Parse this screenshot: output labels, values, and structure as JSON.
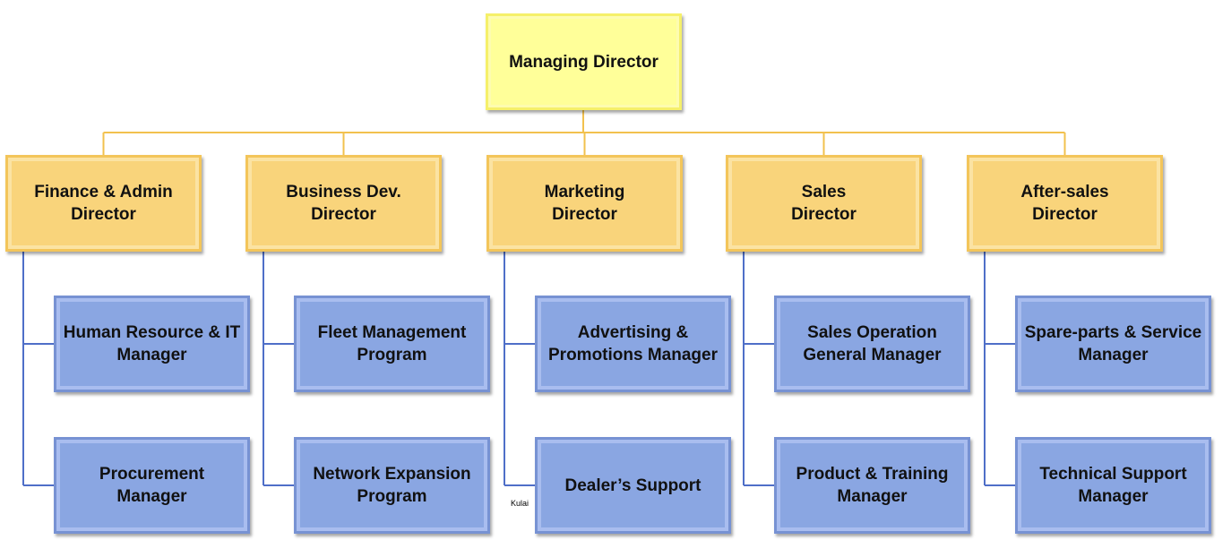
{
  "chart": {
    "top": "Managing Director",
    "directors": [
      {
        "label": "Finance & Admin\nDirector",
        "managers": [
          "Human Resource & IT\nManager",
          "Procurement\nManager"
        ]
      },
      {
        "label": "Business Dev.\nDirector",
        "managers": [
          "Fleet Management\nProgram",
          "Network Expansion\nProgram"
        ]
      },
      {
        "label": "Marketing\nDirector",
        "managers": [
          "Advertising &\nPromotions Manager",
          "Dealer’s Support"
        ]
      },
      {
        "label": "Sales\nDirector",
        "managers": [
          "Sales Operation\nGeneral Manager",
          "Product & Training\nManager"
        ]
      },
      {
        "label": "After-sales\nDirector",
        "managers": [
          "Spare-parts & Service\nManager",
          "Technical Support\nManager"
        ]
      }
    ],
    "note": "Kulai"
  },
  "colors": {
    "top_fill": "#ffff99",
    "director_fill": "#f9d47b",
    "manager_fill": "#8aa6e2",
    "top_connector": "#f2c14e",
    "side_connector": "#4f6fc8"
  }
}
